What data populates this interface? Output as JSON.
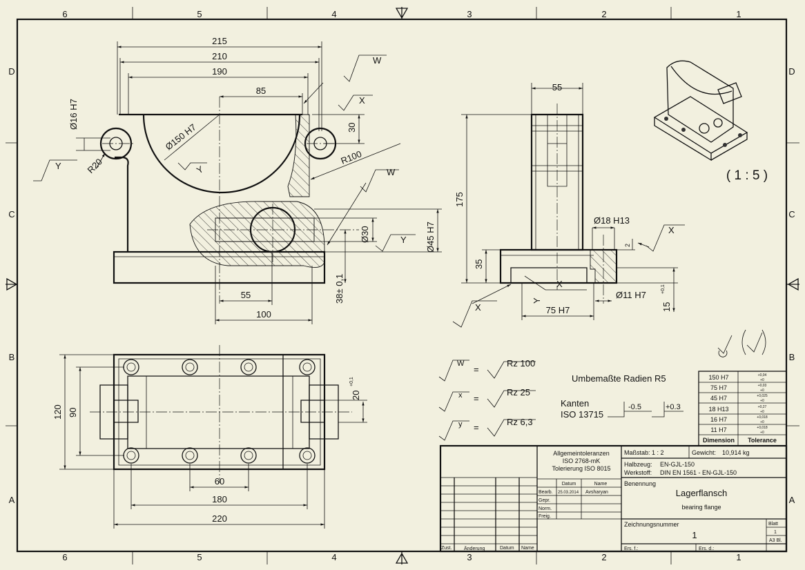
{
  "frame": {
    "columns_top": [
      "6",
      "5",
      "4",
      "3",
      "2",
      "1"
    ],
    "columns_bottom": [
      "6",
      "5",
      "4",
      "3",
      "2",
      "1"
    ],
    "rows_left": [
      "D",
      "C",
      "B",
      "A"
    ],
    "rows_right": [
      "D",
      "C",
      "B",
      "A"
    ]
  },
  "front_view": {
    "dims": {
      "d215": "215",
      "d210": "210",
      "d190": "190",
      "d85": "85",
      "d30": "30",
      "r100": "R100",
      "d150": "Ø150 H7",
      "d16": "Ø16 H7",
      "r20": "R20",
      "d30b": "Ø30",
      "d45": "Ø45 H7",
      "d38": "38± 0,1",
      "d55": "55",
      "d100": "100"
    },
    "surface_symbols": {
      "w1": "W",
      "x1": "X",
      "y1": "Y",
      "y_left": "Y",
      "w2": "W",
      "y_right": "Y"
    }
  },
  "side_view": {
    "dims": {
      "d55": "55",
      "d175": "175",
      "d35": "35",
      "d18": "Ø18 H13",
      "d2": "2",
      "d11": "Ø11 H7",
      "d15": "15",
      "d15_tol": "+0,1",
      "d75": "75 H7"
    },
    "surface_symbols": {
      "x_right": "X",
      "x_bottom": "X",
      "x_inner": "X",
      "y_inner": "Y"
    }
  },
  "top_view": {
    "dims": {
      "d120": "120",
      "d90": "90",
      "d20": "20",
      "d20_tol": "+0,1",
      "d60": "60",
      "d180": "180",
      "d220": "220"
    }
  },
  "scale_iso": "( 1 : 5 )",
  "surface_legend": {
    "items": [
      {
        "letter": "W",
        "eq": "=",
        "value": "Rz 100"
      },
      {
        "letter": "x",
        "eq": "=",
        "value": "Rz 25"
      },
      {
        "letter": "y",
        "eq": "=",
        "value": "Rz 6,3"
      }
    ]
  },
  "notes": {
    "radii": "Umbemaßte Radien R5",
    "edges_1": "Kanten",
    "edges_2": "ISO 13715",
    "edge_minus": "-0.5",
    "edge_plus": "+0.3"
  },
  "tolerance_table": {
    "rows": [
      {
        "dim": "150 H7",
        "upper": "+0,04",
        "lower": "+0"
      },
      {
        "dim": "75 H7",
        "upper": "+0,03",
        "lower": "+0"
      },
      {
        "dim": "45 H7",
        "upper": "+0,025",
        "lower": "+0"
      },
      {
        "dim": "18 H13",
        "upper": "+0,27",
        "lower": "+0"
      },
      {
        "dim": "16 H7",
        "upper": "+0,018",
        "lower": "+0"
      },
      {
        "dim": "11 H7",
        "upper": "+0,018",
        "lower": "+0"
      }
    ],
    "header_dim": "Dimension",
    "header_tol": "Tolerance"
  },
  "title_block": {
    "general_tol_1": "Allgemeintoleranzen",
    "general_tol_2": "ISO 2768-mK",
    "general_tol_3": "Tolerierung ISO 8015",
    "scale_label": "Maßstab: 1 : 2",
    "weight_label": "Gewicht:",
    "weight_value": "10,914 kg",
    "semi_label": "Halbzeug:",
    "semi_value": "EN-GJL-150",
    "material_label": "Werkstoff:",
    "material_value": "DIN EN 1561 - EN-GJL-150",
    "datum_header": "Datum",
    "name_header": "Name",
    "bearb": "Bearb.",
    "bearb_date": "25.03.2014",
    "bearb_name": "Avsharyan",
    "gepr": "Gepr.",
    "norm": "Norm.",
    "freig": "Freig.",
    "benennung_label": "Benennung",
    "title": "Lagerflansch",
    "subtitle": "bearing flange",
    "drawing_no_label": "Zeichnungsnummer",
    "drawing_no": "1",
    "sheet_label": "Blatt",
    "sheet_value": "1",
    "format": "A3 Bl.",
    "zust": "Zust.",
    "aenderung": "Änderung",
    "datum2": "Datum",
    "name2": "Name",
    "ers_fuer": "Ers. f.:",
    "ers_durch": "Ers. d.:"
  }
}
